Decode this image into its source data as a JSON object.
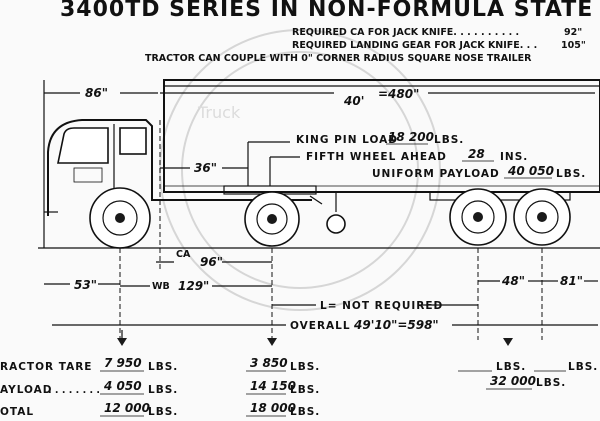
{
  "header": {
    "title": "3400TD SERIES IN NON-FORMULA STATE",
    "req_ca_label": "REQUIRED CA FOR JACK KNIFE. . . . . . . . . .",
    "req_ca_value": "92\"",
    "req_landing_label": "REQUIRED LANDING GEAR FOR JACK KNIFE. . .",
    "req_landing_value": "105\"",
    "coupling_note": "TRACTOR CAN COUPLE WITH 0\" CORNER RADIUS SQUARE NOSE TRAILER"
  },
  "watermark": {
    "text": "Truck"
  },
  "dimensions": {
    "front_overhang": "86\"",
    "trailer_length_ft": "40'",
    "trailer_length_in": "=480\"",
    "kingpin_offset": "36\"",
    "ca_label": "CA",
    "ca_value": "96\"",
    "wb_label": "WB",
    "wb_value": "129\"",
    "bumper_to_axle": "53\"",
    "tandem_spread": "48\"",
    "rear_overhang": "81\"",
    "l_note": "L= NOT REQUIRED",
    "overall_label": "OVERALL",
    "overall_value": "49'10\"=598\""
  },
  "loads": {
    "king_pin_label": "KING PIN LOAD",
    "king_pin_value": "18 200",
    "fifth_wheel_label": "FIFTH WHEEL AHEAD",
    "fifth_wheel_value": "28",
    "fifth_wheel_unit": "INS.",
    "uniform_label": "UNIFORM PAYLOAD",
    "uniform_value": "40 050",
    "lbs": "LBS."
  },
  "weights": {
    "tare_label": "RACTOR TARE",
    "tare_front": "7 950",
    "tare_rear": "3 850",
    "payload_label": "AYLOAD",
    "payload_dots": ". . . . . . . .",
    "payload_front": "4 050",
    "payload_rear": "14 150",
    "payload_trailer": "32 000",
    "total_label": "OTAL",
    "total_front": "12 000",
    "total_rear": "18 000",
    "lbs": "LBS.",
    "blank_lbs_1": "LBS.",
    "blank_lbs_2": "LBS."
  }
}
